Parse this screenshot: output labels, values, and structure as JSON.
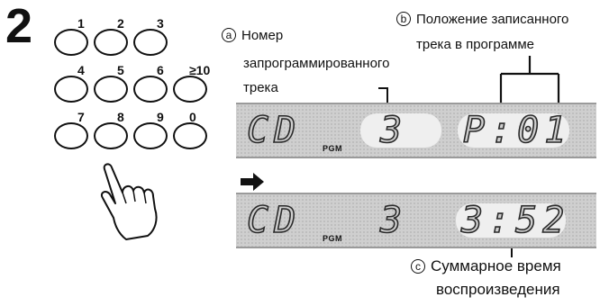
{
  "step_number": "2",
  "keypad": {
    "keys": [
      "1",
      "2",
      "3",
      "4",
      "5",
      "6",
      "≥10",
      "7",
      "8",
      "9",
      "0"
    ]
  },
  "annotations": {
    "a": {
      "marker": "a",
      "lines": [
        "Номер",
        "запрограммированного",
        "трека"
      ]
    },
    "b": {
      "marker": "b",
      "lines": [
        "Положение записанного",
        "трека в программе"
      ]
    },
    "c": {
      "marker": "c",
      "lines": [
        "Суммарное время",
        "воспроизведения"
      ]
    }
  },
  "display1": {
    "source": "CD",
    "track": "3",
    "position": "P:01",
    "indicator": "PGM"
  },
  "display2": {
    "source": "CD",
    "track": "3",
    "time": "3:52",
    "indicator": "PGM"
  }
}
